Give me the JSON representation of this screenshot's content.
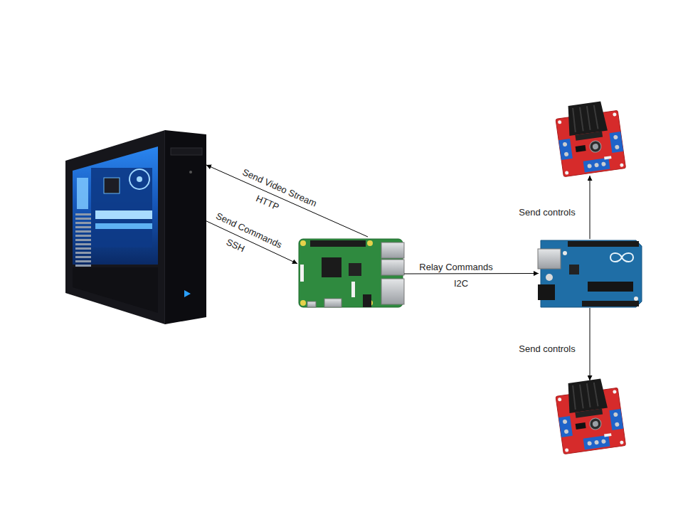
{
  "diagram": {
    "nodes": [
      {
        "text": []
      },
      {
        "text": []
      },
      {
        "text": []
      },
      {
        "text": []
      },
      {
        "text": []
      }
    ],
    "edges": [
      {
        "from": 1,
        "to": 0,
        "arrow": "to",
        "label": "Send Video Stream"
      },
      {
        "from": 0,
        "to": 1,
        "arrow": "to",
        "label": "Send Commands"
      },
      {
        "from": 1,
        "to": 2,
        "arrow": "to",
        "label": "Relay Commands"
      },
      {
        "from": 2,
        "to": 3,
        "arrow": "to",
        "label": "Send controls"
      },
      {
        "from": 2,
        "to": 4,
        "arrow": "to",
        "label": "Send controls"
      }
    ],
    "labels": [
      "HTTP",
      "SSH",
      "I2C"
    ]
  }
}
